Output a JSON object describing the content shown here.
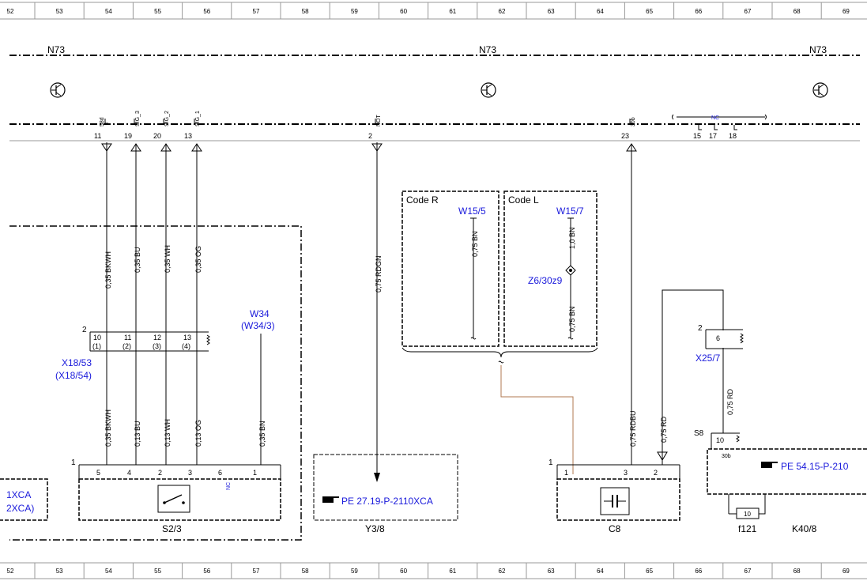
{
  "ruler": {
    "top": [
      "52",
      "53",
      "54",
      "55",
      "56",
      "57",
      "58",
      "59",
      "60",
      "61",
      "62",
      "63",
      "64",
      "65",
      "66",
      "67",
      "68",
      "69"
    ],
    "bottom": [
      "52",
      "53",
      "54",
      "55",
      "56",
      "57",
      "58",
      "59",
      "60",
      "61",
      "62",
      "63",
      "64",
      "65",
      "66",
      "67",
      "68",
      "69"
    ]
  },
  "module": {
    "name_left": "N73",
    "name_mid": "N73",
    "name_right": "N73"
  },
  "top_pins": [
    {
      "num": "11",
      "sig": "58d"
    },
    {
      "num": "19",
      "sig": "SIG_3"
    },
    {
      "num": "20",
      "sig": "SIG_2"
    },
    {
      "num": "13",
      "sig": "SIG_1"
    },
    {
      "num": "2",
      "sig": "NOT"
    },
    {
      "num": "23",
      "sig": "30b"
    },
    {
      "num": "15",
      "sig": ""
    },
    {
      "num": "17",
      "sig": ""
    },
    {
      "num": "18",
      "sig": ""
    }
  ],
  "nc_label": "NC",
  "wires": {
    "w1_upper": "0,35 BKWH",
    "w2_upper": "0,35 BU",
    "w3_upper": "0,35 WH",
    "w4_upper": "0,35 OG",
    "w1_lower": "0,35 BKWH",
    "w2_lower": "0,13 BU",
    "w3_lower": "0,13 WH",
    "w4_lower": "0,13 OG",
    "w34": "0,35 BN",
    "rdgn": "0,75 RDGN",
    "codeR_bn": "0,75 BN",
    "codeL_bn1": "1,0 BN",
    "codeL_bn2": "0,75 BN",
    "rdbu": "0,75 RDBU",
    "rd1": "0,75 RD",
    "rd2": "0,75 RD"
  },
  "connector_x18": {
    "side_num": "2",
    "pins": [
      "10",
      "11",
      "12",
      "13"
    ],
    "subpins": [
      "(1)",
      "(2)",
      "(3)",
      "(4)"
    ],
    "label1": "X18/53",
    "label2": "(X18/54)"
  },
  "w34": {
    "label1": "W34",
    "label2": "(W34/3)"
  },
  "code_r": {
    "title": "Code R",
    "ground": "W15/5"
  },
  "code_l": {
    "title": "Code L",
    "ground": "W15/7",
    "splice": "Z6/30z9"
  },
  "s2_3": {
    "label": "S2/3",
    "side_num": "1",
    "pins": [
      "5",
      "4",
      "2",
      "3",
      "6",
      "1"
    ],
    "nc": "NC"
  },
  "left_ref": {
    "line1": "1XCA",
    "line2": "2XCA)"
  },
  "y3_8": {
    "label": "Y3/8",
    "ref": "PE 27.19-P-2110XCA"
  },
  "c8": {
    "label": "C8",
    "side_num": "1",
    "pins": [
      "1",
      "3",
      "2"
    ]
  },
  "x25_7": {
    "side_num": "2",
    "pin": "6",
    "label": "X25/7"
  },
  "s8": {
    "label": "S8",
    "pin": "10",
    "sig": "30b"
  },
  "k40_8": {
    "label": "K40/8",
    "ref": "PE 54.15-P-210",
    "fuse_num": "10",
    "fuse": "f121"
  },
  "colors": {
    "wire": "#000000",
    "link": "#1a1adb",
    "brown_wire": "#b07850",
    "grid": "#999999"
  }
}
